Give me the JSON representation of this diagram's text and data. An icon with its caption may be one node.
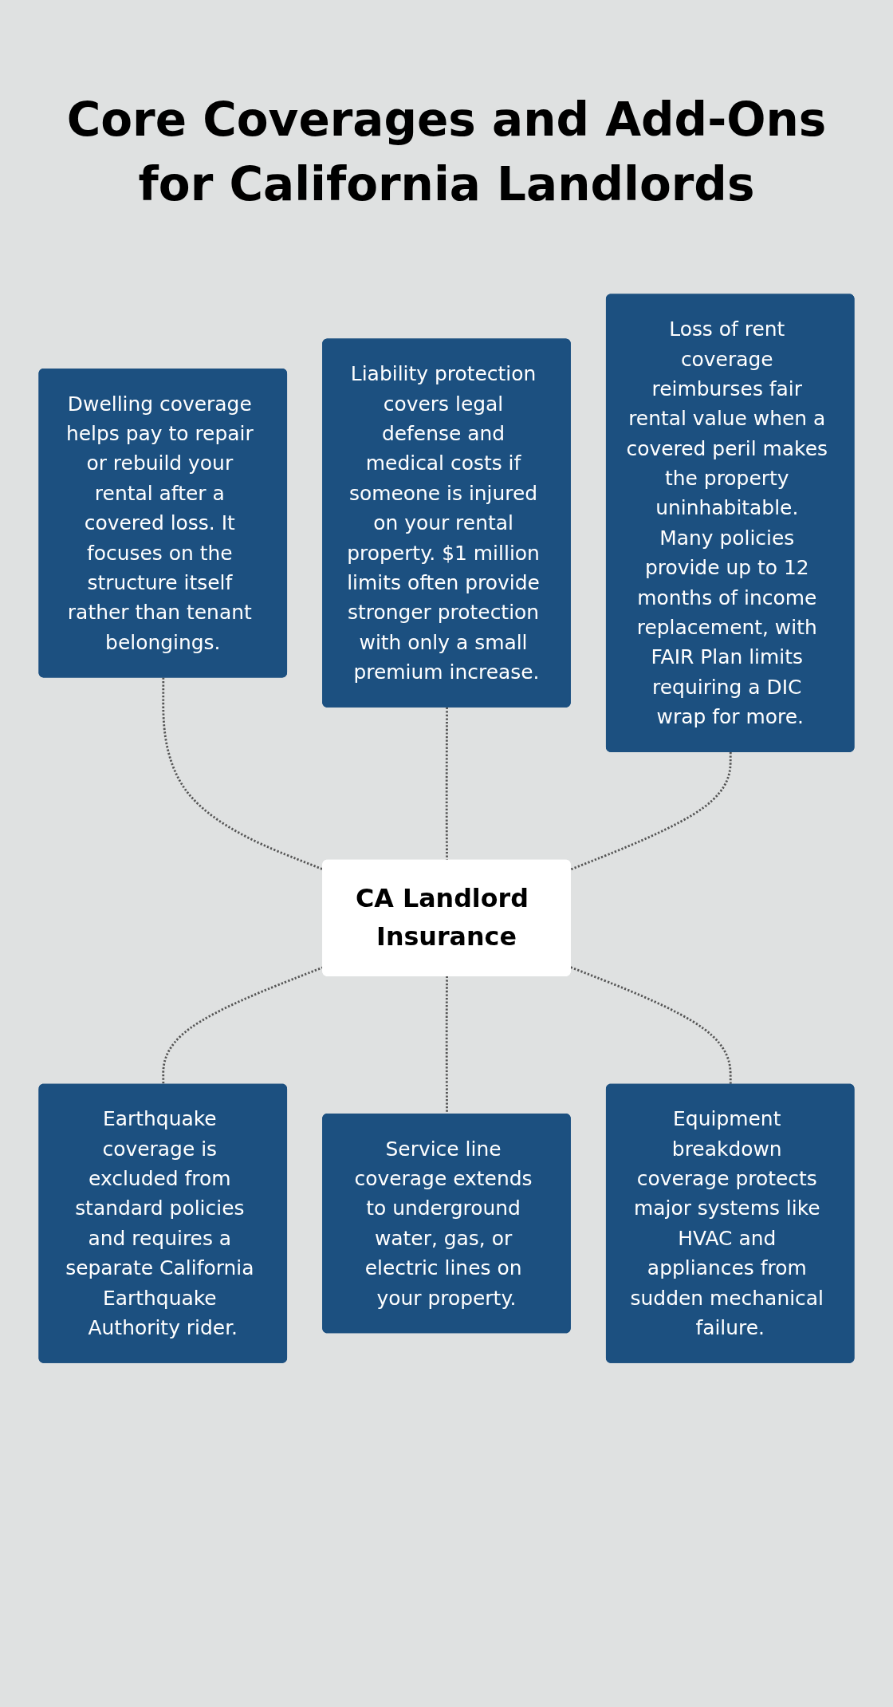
{
  "diagram": {
    "title": "Core Coverages and Add-Ons for California Landlords",
    "nodes": [
      {
        "text": [
          "Dwelling coverage helps pay to repair or rebuild your rental after a covered loss. It focuses on the structure itself rather than tenant belongings."
        ]
      },
      {
        "text": [
          "Liability protection covers legal defense and medical costs if someone is injured on your rental property. $1 million limits often provide stronger protection with only a small premium increase."
        ]
      },
      {
        "text": [
          "Loss of rent coverage reimburses fair rental value when a covered peril makes the property uninhabitable. Many policies provide up to 12 months of income replacement, with FAIR Plan limits requiring a DIC wrap for more."
        ]
      },
      {
        "text": [
          "CA Landlord Insurance"
        ]
      },
      {
        "text": [
          "Earthquake coverage is excluded from standard policies and requires a separate California Earthquake Authority rider."
        ]
      },
      {
        "text": [
          "Service line coverage extends to underground water, gas, or electric lines on your property."
        ]
      },
      {
        "text": [
          "Equipment breakdown coverage protects major systems like HVAC and appliances from sudden mechanical failure."
        ]
      }
    ],
    "edges": [
      {
        "from": 0,
        "to": 3,
        "arrow": "none",
        "style": "dashed"
      },
      {
        "from": 1,
        "to": 3,
        "arrow": "none",
        "style": "dashed"
      },
      {
        "from": 2,
        "to": 3,
        "arrow": "none",
        "style": "dashed"
      },
      {
        "from": 3,
        "to": 4,
        "arrow": "none",
        "style": "dashed"
      },
      {
        "from": 3,
        "to": 5,
        "arrow": "none",
        "style": "dashed"
      },
      {
        "from": 3,
        "to": 6,
        "arrow": "none",
        "style": "dashed"
      }
    ]
  }
}
